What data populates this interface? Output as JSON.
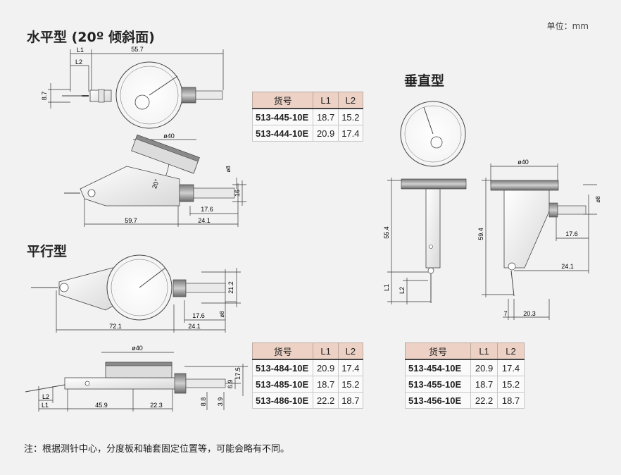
{
  "unit_label": "单位：mm",
  "sections": {
    "horizontal": "水平型 (20º 倾斜面)",
    "parallel": "平行型",
    "vertical": "垂直型"
  },
  "dims": {
    "h_l1": "L1",
    "h_l2": "L2",
    "h_55_7": "55.7",
    "h_8_7": "8.7",
    "h_d40": "ø40",
    "h_20deg": "20°",
    "h_d8": "ø8",
    "h_16": "16",
    "h_17_6": "17.6",
    "h_59_7": "59.7",
    "h_24_1": "24.1",
    "p_21_2": "21.2",
    "p_17_6": "17.6",
    "p_d8": "ø8",
    "p_72_1": "72.1",
    "p_24_1": "24.1",
    "p_d40": "ø40",
    "p_17_5": "17.5",
    "p_6_9": "6.9",
    "p_l2": "L2",
    "p_l1": "L1",
    "p_45_9": "45.9",
    "p_22_3": "22.3",
    "p_8_8": "8.8",
    "p_3_9": "3.9",
    "v_d40": "ø40",
    "v_d8": "ø8",
    "v_55_4": "55.4",
    "v_59_4": "59.4",
    "v_17_6": "17.6",
    "v_24_1": "24.1",
    "v_l1": "L1",
    "v_l2": "L2",
    "v_7": "7",
    "v_20_3": "20.3"
  },
  "tables": {
    "horizontal": {
      "headers": [
        "货号",
        "L1",
        "L2"
      ],
      "rows": [
        [
          "513-445-10E",
          "18.7",
          "15.2"
        ],
        [
          "513-444-10E",
          "20.9",
          "17.4"
        ]
      ]
    },
    "parallel": {
      "headers": [
        "货号",
        "L1",
        "L2"
      ],
      "rows": [
        [
          "513-484-10E",
          "20.9",
          "17.4"
        ],
        [
          "513-485-10E",
          "18.7",
          "15.2"
        ],
        [
          "513-486-10E",
          "22.2",
          "18.7"
        ]
      ]
    },
    "vertical": {
      "headers": [
        "货号",
        "L1",
        "L2"
      ],
      "rows": [
        [
          "513-454-10E",
          "20.9",
          "17.4"
        ],
        [
          "513-455-10E",
          "18.7",
          "15.2"
        ],
        [
          "513-456-10E",
          "22.2",
          "18.7"
        ]
      ]
    }
  },
  "note": "注：根据测针中心，分度板和轴套固定位置等，可能会略有不同。"
}
